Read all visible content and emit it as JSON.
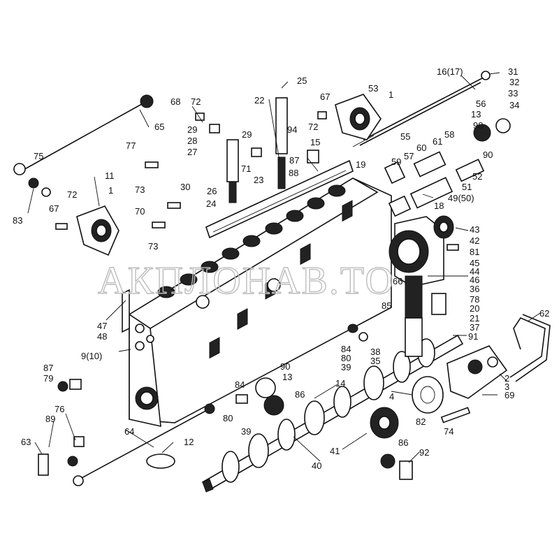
{
  "watermark": "АКПЛОНАВ.ТО",
  "callouts": [
    {
      "id": "c25",
      "text": "25"
    },
    {
      "id": "c16",
      "text": "16(17)"
    },
    {
      "id": "c31",
      "text": "31"
    },
    {
      "id": "c32",
      "text": "32"
    },
    {
      "id": "c33",
      "text": "33"
    },
    {
      "id": "c34",
      "text": "34"
    },
    {
      "id": "c53",
      "text": "53"
    },
    {
      "id": "c1a",
      "text": "1"
    },
    {
      "id": "c67a",
      "text": "67"
    },
    {
      "id": "c22",
      "text": "22"
    },
    {
      "id": "c68",
      "text": "68"
    },
    {
      "id": "c72a",
      "text": "72"
    },
    {
      "id": "c65",
      "text": "65"
    },
    {
      "id": "c29a",
      "text": "29"
    },
    {
      "id": "c29b",
      "text": "29"
    },
    {
      "id": "c94",
      "text": "94"
    },
    {
      "id": "c72b",
      "text": "72"
    },
    {
      "id": "c56",
      "text": "56"
    },
    {
      "id": "c13a",
      "text": "13"
    },
    {
      "id": "c28",
      "text": "28"
    },
    {
      "id": "c15",
      "text": "15"
    },
    {
      "id": "c55",
      "text": "55"
    },
    {
      "id": "c58",
      "text": "58"
    },
    {
      "id": "c90a",
      "text": "90"
    },
    {
      "id": "c27",
      "text": "27"
    },
    {
      "id": "c71",
      "text": "71"
    },
    {
      "id": "c87a",
      "text": "87"
    },
    {
      "id": "c60",
      "text": "60"
    },
    {
      "id": "c61",
      "text": "61"
    },
    {
      "id": "c77",
      "text": "77"
    },
    {
      "id": "c88",
      "text": "88"
    },
    {
      "id": "c19",
      "text": "19"
    },
    {
      "id": "c57",
      "text": "57"
    },
    {
      "id": "c90b",
      "text": "90"
    },
    {
      "id": "c75",
      "text": "75"
    },
    {
      "id": "c11",
      "text": "11"
    },
    {
      "id": "c23",
      "text": "23"
    },
    {
      "id": "c59",
      "text": "59"
    },
    {
      "id": "c52",
      "text": "52"
    },
    {
      "id": "c30",
      "text": "30"
    },
    {
      "id": "c51",
      "text": "51"
    },
    {
      "id": "c1b",
      "text": "1"
    },
    {
      "id": "c73a",
      "text": "73"
    },
    {
      "id": "c26",
      "text": "26"
    },
    {
      "id": "c49",
      "text": "49(50)"
    },
    {
      "id": "c72c",
      "text": "72"
    },
    {
      "id": "c24",
      "text": "24"
    },
    {
      "id": "c18",
      "text": "18"
    },
    {
      "id": "c67b",
      "text": "67"
    },
    {
      "id": "c70",
      "text": "70"
    },
    {
      "id": "c83",
      "text": "83"
    },
    {
      "id": "c43",
      "text": "43"
    },
    {
      "id": "c42",
      "text": "42"
    },
    {
      "id": "c73b",
      "text": "73"
    },
    {
      "id": "c81",
      "text": "81"
    },
    {
      "id": "c45",
      "text": "45"
    },
    {
      "id": "c44",
      "text": "44"
    },
    {
      "id": "c46",
      "text": "46"
    },
    {
      "id": "c66",
      "text": "66"
    },
    {
      "id": "c36",
      "text": "36"
    },
    {
      "id": "c78",
      "text": "78"
    },
    {
      "id": "c85",
      "text": "85"
    },
    {
      "id": "c20",
      "text": "20"
    },
    {
      "id": "c62",
      "text": "62"
    },
    {
      "id": "c21",
      "text": "21"
    },
    {
      "id": "c47",
      "text": "47"
    },
    {
      "id": "c37",
      "text": "37"
    },
    {
      "id": "c48",
      "text": "48"
    },
    {
      "id": "c91",
      "text": "91"
    },
    {
      "id": "c84a",
      "text": "84"
    },
    {
      "id": "c38",
      "text": "38"
    },
    {
      "id": "c80a",
      "text": "80"
    },
    {
      "id": "c9",
      "text": "9(10)"
    },
    {
      "id": "c39a",
      "text": "39"
    },
    {
      "id": "c35",
      "text": "35"
    },
    {
      "id": "c87b",
      "text": "87"
    },
    {
      "id": "c90c",
      "text": "90"
    },
    {
      "id": "c79",
      "text": "79"
    },
    {
      "id": "c13b",
      "text": "13"
    },
    {
      "id": "c2",
      "text": "2"
    },
    {
      "id": "c84b",
      "text": "84"
    },
    {
      "id": "c14",
      "text": "14"
    },
    {
      "id": "c3",
      "text": "3"
    },
    {
      "id": "c86a",
      "text": "86"
    },
    {
      "id": "c4",
      "text": "4"
    },
    {
      "id": "c69",
      "text": "69"
    },
    {
      "id": "c76",
      "text": "76"
    },
    {
      "id": "c80b",
      "text": "80"
    },
    {
      "id": "c82",
      "text": "82"
    },
    {
      "id": "c89",
      "text": "89"
    },
    {
      "id": "c39b",
      "text": "39"
    },
    {
      "id": "c74",
      "text": "74"
    },
    {
      "id": "c64",
      "text": "64"
    },
    {
      "id": "c12",
      "text": "12"
    },
    {
      "id": "c41",
      "text": "41"
    },
    {
      "id": "c86b",
      "text": "86"
    },
    {
      "id": "c63",
      "text": "63"
    },
    {
      "id": "c92",
      "text": "92"
    },
    {
      "id": "c40",
      "text": "40"
    }
  ]
}
